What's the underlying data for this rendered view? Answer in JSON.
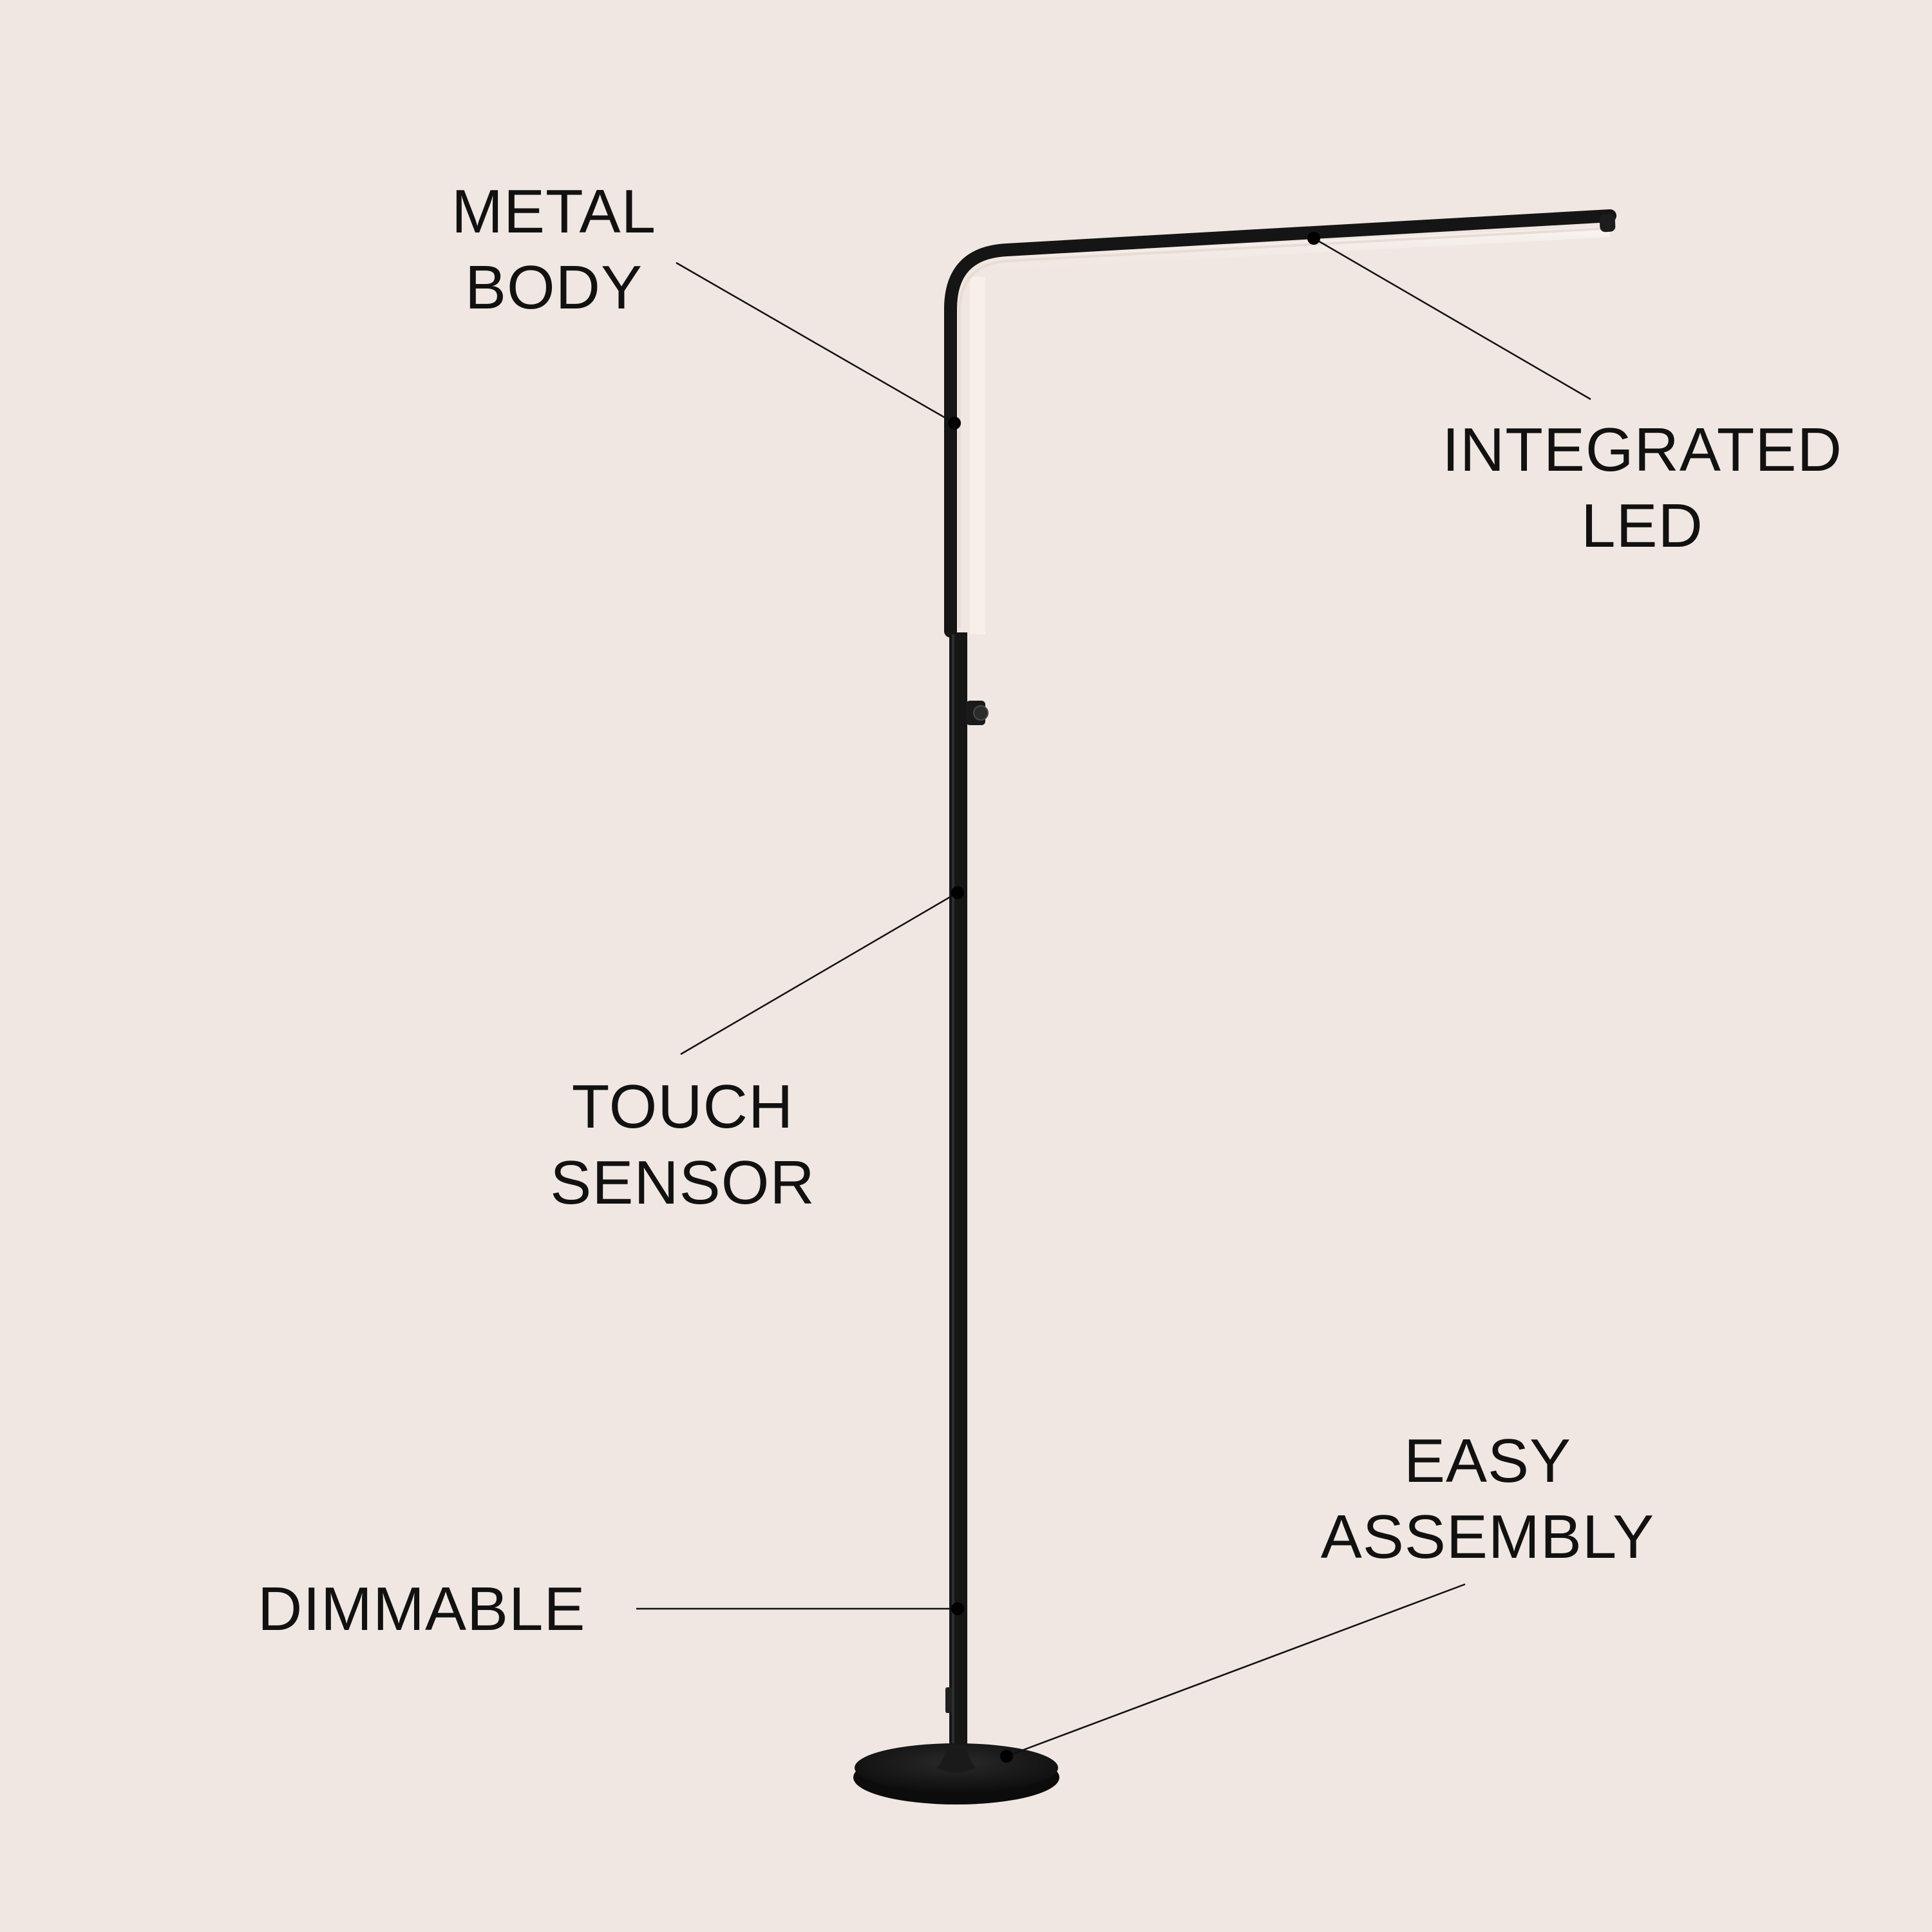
{
  "features": {
    "metal_body": {
      "line1": "METAL",
      "line2": "BODY"
    },
    "integrated_led": {
      "line1": "INTEGRATED",
      "line2": "LED"
    },
    "touch_sensor": {
      "line1": "TOUCH",
      "line2": "SENSOR"
    },
    "dimmable": {
      "line1": "DIMMABLE"
    },
    "easy_assembly": {
      "line1": "EASY",
      "line2": "ASSEMBLY"
    }
  },
  "colors": {
    "background": "#f0e7e2",
    "lamp": "#151515",
    "text": "#111111",
    "led_glow": "#f6ede7"
  }
}
